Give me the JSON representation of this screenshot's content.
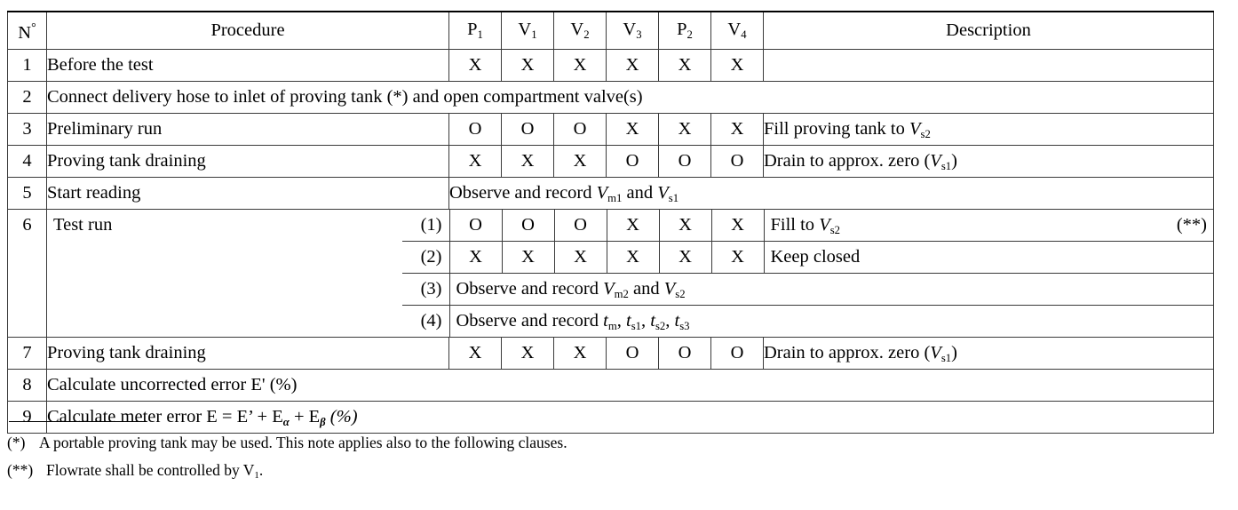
{
  "table": {
    "headers": {
      "no": "N°",
      "procedure": "Procedure",
      "description": "Description",
      "marks": [
        "P1",
        "V1",
        "V2",
        "V3",
        "P2",
        "V4"
      ]
    },
    "rows": [
      {
        "no": "1",
        "procedure": "Before the test",
        "marks": [
          "X",
          "X",
          "X",
          "X",
          "X",
          "X"
        ],
        "description": ""
      },
      {
        "no": "2",
        "procedure": "Connect delivery hose to inlet of proving tank (*) and open compartment valve(s)",
        "span": "full"
      },
      {
        "no": "3",
        "procedure": "Preliminary run",
        "marks": [
          "O",
          "O",
          "O",
          "X",
          "X",
          "X"
        ],
        "description": "Fill proving tank to Vs2"
      },
      {
        "no": "4",
        "procedure": "Proving tank draining",
        "marks": [
          "X",
          "X",
          "X",
          "O",
          "O",
          "O"
        ],
        "description": "Drain to approx. zero (Vs1)"
      },
      {
        "no": "5",
        "procedure": "Start reading",
        "span": "marks-desc",
        "span_text": "Observe and record Vm1 and Vs1"
      },
      {
        "no": "6",
        "procedure": "Test run",
        "subrows": [
          {
            "index": "(1)",
            "marks": [
              "O",
              "O",
              "O",
              "X",
              "X",
              "X"
            ],
            "description": "Fill to Vs2",
            "note": "(**)"
          },
          {
            "index": "(2)",
            "marks": [
              "X",
              "X",
              "X",
              "X",
              "X",
              "X"
            ],
            "description": "Keep closed"
          },
          {
            "index": "(3)",
            "span_text": "Observe and record Vm2 and Vs2"
          },
          {
            "index": "(4)",
            "span_text": "Observe and record tm, ts1, ts2, ts3"
          }
        ]
      },
      {
        "no": "7",
        "procedure": "Proving tank draining",
        "marks": [
          "X",
          "X",
          "X",
          "O",
          "O",
          "O"
        ],
        "description": "Drain to approx. zero (Vs1)"
      },
      {
        "no": "8",
        "procedure": "Calculate uncorrected error E' (%)",
        "span": "full"
      },
      {
        "no": "9",
        "procedure": "Calculate meter error E = E' + Eα + Eβ (%)",
        "span": "full"
      }
    ]
  },
  "footnotes": [
    {
      "mark": "(*)",
      "text": "A portable proving tank may be used. This note applies also to the following clauses."
    },
    {
      "mark": "(**)",
      "text": "Flowrate shall be controlled by V1."
    }
  ]
}
